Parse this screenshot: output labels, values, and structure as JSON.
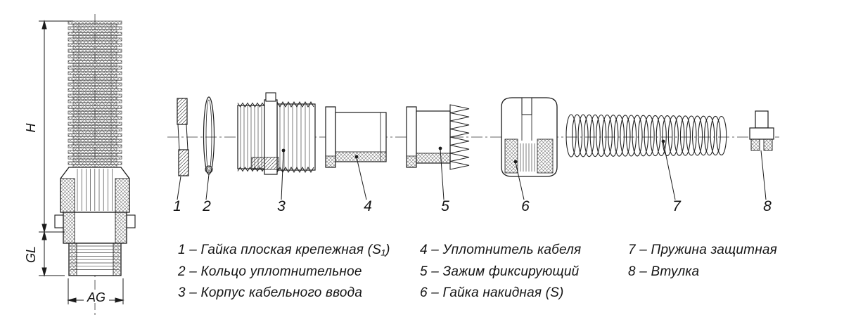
{
  "drawing": {
    "line_color": "#1a1a1a",
    "background": "#ffffff"
  },
  "dimension_labels": {
    "height": "H",
    "gland": "GL",
    "across": "AG"
  },
  "part_numbers": [
    "1",
    "2",
    "3",
    "4",
    "5",
    "6",
    "7",
    "8"
  ],
  "legend": {
    "items": [
      "1 – Гайка плоская крепежная (S₁)",
      "2 – Кольцо уплотнительное",
      "3 – Корпус кабельного ввода",
      "4 – Уплотнитель кабеля",
      "5 – Зажим фиксирующий",
      "6 – Гайка накидная (S)",
      "7 – Пружина защитная",
      "8 – Втулка"
    ]
  }
}
